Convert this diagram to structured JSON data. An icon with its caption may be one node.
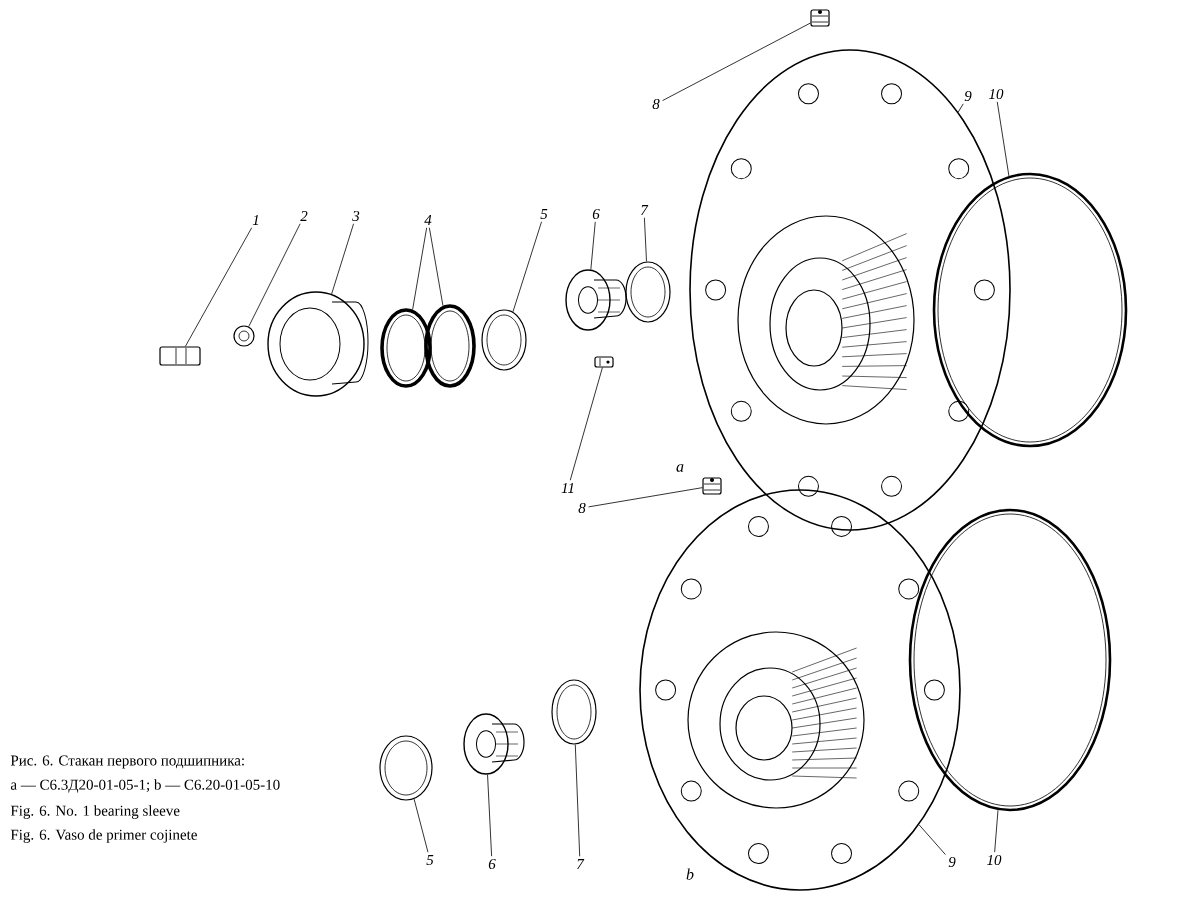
{
  "diagram": {
    "nodes": [
      {
        "text": [
          "1"
        ]
      },
      {
        "text": [],
        "shape": "picture"
      },
      {
        "text": [
          "2"
        ]
      },
      {
        "text": [],
        "shape": "picture"
      },
      {
        "text": [
          "3"
        ]
      },
      {
        "text": [],
        "shape": "picture"
      },
      {
        "text": [
          "4"
        ]
      },
      {
        "text": [],
        "shape": "picture"
      },
      {
        "text": [],
        "shape": "picture"
      },
      {
        "text": [
          "5"
        ]
      },
      {
        "text": [],
        "shape": "picture"
      },
      {
        "text": [
          "6"
        ]
      },
      {
        "text": [],
        "shape": "picture"
      },
      {
        "text": [
          "7"
        ]
      },
      {
        "text": [],
        "shape": "picture"
      },
      {
        "text": [
          "8"
        ]
      },
      {
        "text": [],
        "shape": "picture"
      },
      {
        "text": [
          "9"
        ]
      },
      {
        "text": [],
        "shape": "picture"
      },
      {
        "text": [
          "10"
        ]
      },
      {
        "text": [],
        "shape": "picture"
      },
      {
        "text": [
          "11"
        ]
      },
      {
        "text": [],
        "shape": "picture"
      },
      {
        "text": [
          "8"
        ]
      },
      {
        "text": [],
        "shape": "picture"
      },
      {
        "text": [
          "5"
        ]
      },
      {
        "text": [],
        "shape": "picture"
      },
      {
        "text": [
          "6"
        ]
      },
      {
        "text": [],
        "shape": "picture"
      },
      {
        "text": [
          "7"
        ]
      },
      {
        "text": [],
        "shape": "picture"
      },
      {
        "text": [
          "9"
        ]
      },
      {
        "text": [],
        "shape": "picture"
      },
      {
        "text": [
          "10"
        ]
      },
      {
        "text": [],
        "shape": "picture"
      }
    ],
    "edges": [
      {
        "from": 0,
        "to": 1,
        "arrow": "none"
      },
      {
        "from": 2,
        "to": 3,
        "arrow": "none"
      },
      {
        "from": 4,
        "to": 5,
        "arrow": "none"
      },
      {
        "from": 6,
        "to": 7,
        "arrow": "none"
      },
      {
        "from": 6,
        "to": 8,
        "arrow": "none"
      },
      {
        "from": 9,
        "to": 10,
        "arrow": "none"
      },
      {
        "from": 11,
        "to": 12,
        "arrow": "none"
      },
      {
        "from": 13,
        "to": 14,
        "arrow": "none"
      },
      {
        "from": 15,
        "to": 16,
        "arrow": "none"
      },
      {
        "from": 17,
        "to": 18,
        "arrow": "none"
      },
      {
        "from": 19,
        "to": 20,
        "arrow": "none"
      },
      {
        "from": 21,
        "to": 22,
        "arrow": "none"
      },
      {
        "from": 23,
        "to": 24,
        "arrow": "none"
      },
      {
        "from": 25,
        "to": 26,
        "arrow": "none"
      },
      {
        "from": 27,
        "to": 28,
        "arrow": "none"
      },
      {
        "from": 29,
        "to": 30,
        "arrow": "none"
      },
      {
        "from": 31,
        "to": 32,
        "arrow": "none"
      },
      {
        "from": 33,
        "to": 34,
        "arrow": "none"
      }
    ],
    "labels": [
      "a",
      "Рис. 6. Стакан первого подшипника:",
      "a — С6.3Д20-01-05-1; b — С6.20-01-05-10",
      "Fig. 6. No. 1 bearing sleeve",
      "Fig. 6. Vaso de primer cojinete",
      "b"
    ]
  }
}
